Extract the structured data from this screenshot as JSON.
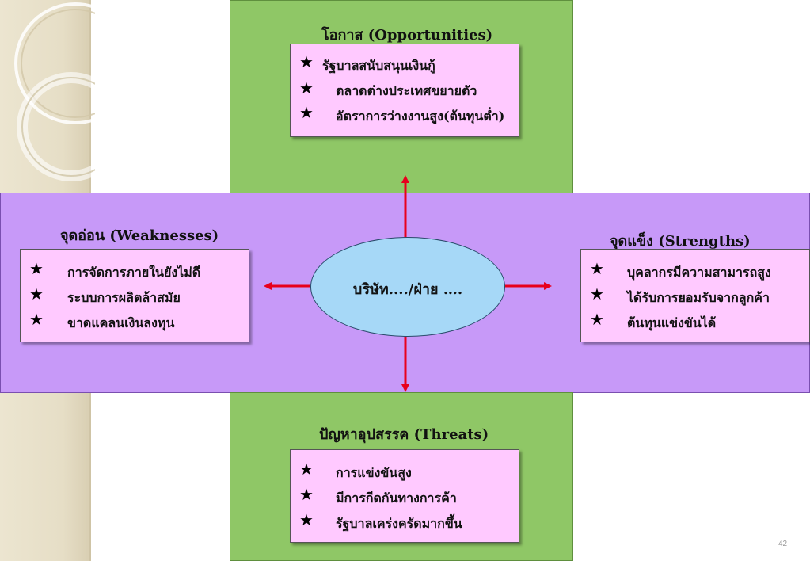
{
  "opportunities": {
    "title": "โอกาส (Opportunities)",
    "items": [
      "รัฐบาลสนับสนุนเงินกู้",
      "ตลาดต่างประเทศขยายตัว",
      "อัตราการว่างงานสูง(ต้นทุนต่ำ)"
    ]
  },
  "weaknesses": {
    "title": "จุดอ่อน (Weaknesses)",
    "items": [
      "การจัดการภายในยังไม่ดี",
      "ระบบการผลิตล้าสมัย",
      "ขาดแคลนเงินลงทุน"
    ]
  },
  "strengths": {
    "title": "จุดแข็ง (Strengths)",
    "items": [
      "บุคลากรมีความสามารถสูง",
      "ได้รับการยอมรับจากลูกค้า",
      "ต้นทุนแข่งขันได้"
    ]
  },
  "threats": {
    "title": "ปัญหาอุปสรรค (Threats)",
    "items": [
      "การแข่งขันสูง",
      "มีการกีดกันทางการค้า",
      "รัฐบาลเคร่งครัดมากขึ้น"
    ]
  },
  "center": {
    "label": "บริษัท..../ฝ่าย …."
  },
  "bullet_icon": "star-icon",
  "page_number": "42",
  "colors": {
    "green_panel": "#8fc766",
    "purple_band": "#c799f8",
    "item_box": "#ffc9ff",
    "center_ellipse": "#a6d8f7",
    "arrow": "#e8001c"
  }
}
